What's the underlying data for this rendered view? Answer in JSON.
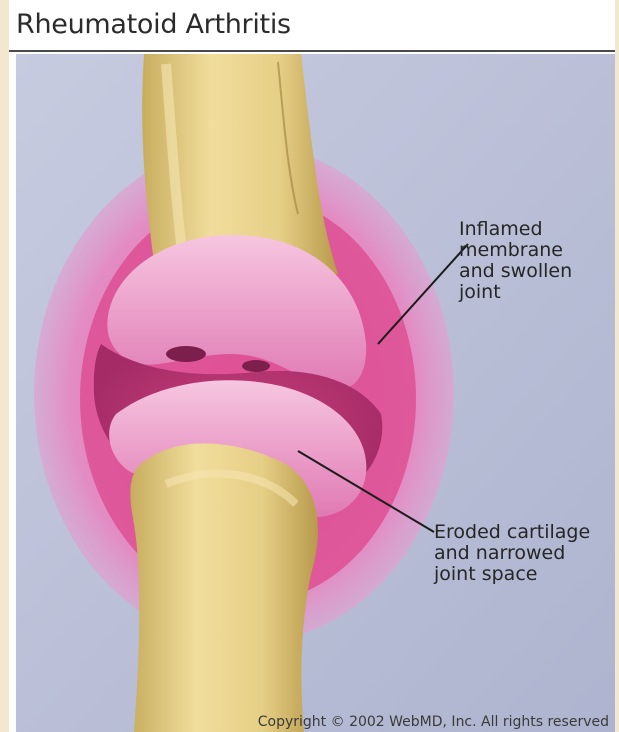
{
  "title": "Rheumatoid Arthritis",
  "labels": {
    "membrane": [
      "Inflamed",
      "membrane",
      "and swollen",
      "joint"
    ],
    "cartilage": [
      "Eroded cartilage",
      "and narrowed",
      "joint space"
    ]
  },
  "copyright": "Copyright © 2002 WebMD, Inc. All rights reserved",
  "colors": {
    "background": "#b9bfd6",
    "bone": "#e6cf86",
    "inflamed_tissue": "#d9408a",
    "swelling_halo": "#e9a8d2"
  }
}
